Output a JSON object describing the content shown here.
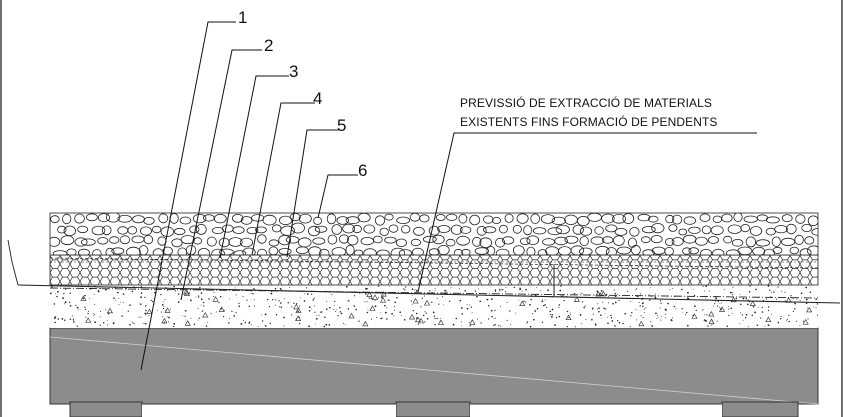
{
  "labels": {
    "n1": "1",
    "n2": "2",
    "n3": "3",
    "n4": "4",
    "n5": "5",
    "n6": "6"
  },
  "note": {
    "line1": "PREVISSIÓ DE EXTRACCIÓ DE MATERIALS",
    "line2": "EXISTENTS FINS FORMACIÓ DE PENDENTS"
  },
  "colors": {
    "slab": "#8c8c8c",
    "ink": "#111111",
    "background": "#ffffff"
  }
}
